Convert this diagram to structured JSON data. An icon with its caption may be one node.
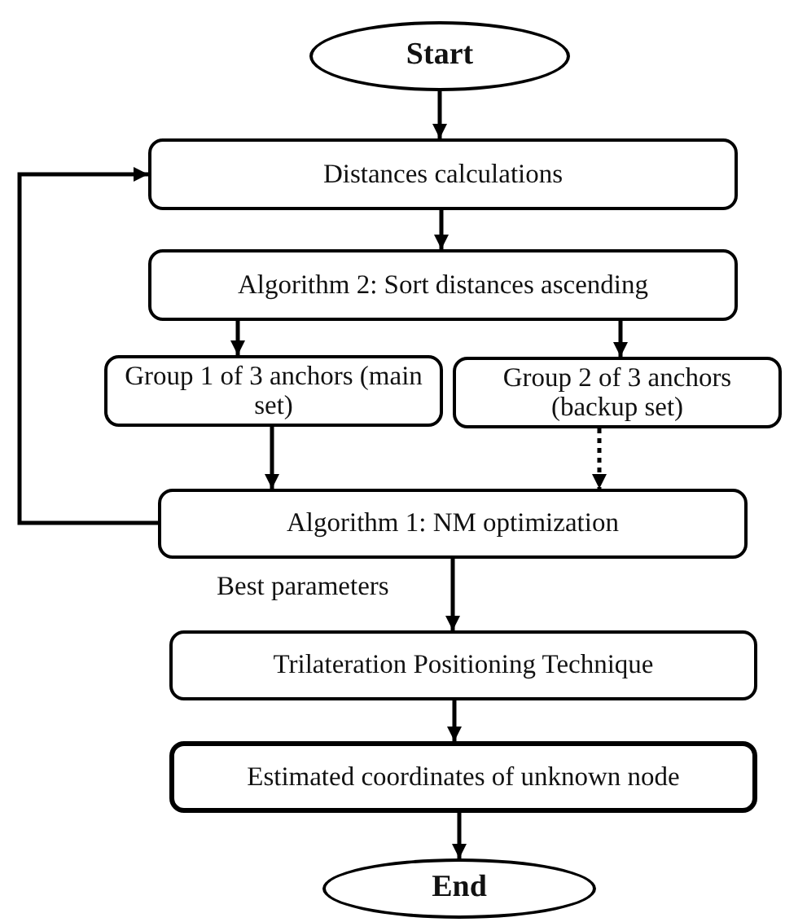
{
  "diagram": {
    "nodes": [
      {
        "text": [
          "Start"
        ]
      },
      {
        "text": [
          "Distances calculations"
        ]
      },
      {
        "text": [
          "Algorithm 2: Sort distances ascending"
        ]
      },
      {
        "text": [
          "Group 1 of 3 anchors (main set)"
        ]
      },
      {
        "text": [
          "Group 2 of 3 anchors (backup set)"
        ]
      },
      {
        "text": [
          "Algorithm 1: NM optimization"
        ]
      },
      {
        "text": [
          "Trilateration Positioning Technique"
        ]
      },
      {
        "text": [
          "Estimated coordinates of unknown node"
        ]
      },
      {
        "text": [
          "End"
        ]
      }
    ],
    "edges": [
      {
        "from": 0,
        "to": 1,
        "arrow": "to"
      },
      {
        "from": 1,
        "to": 2,
        "arrow": "to"
      },
      {
        "from": 2,
        "to": 3,
        "arrow": "to"
      },
      {
        "from": 2,
        "to": 4,
        "arrow": "to"
      },
      {
        "from": 3,
        "to": 5,
        "arrow": "to"
      },
      {
        "from": 4,
        "to": 5,
        "arrow": "to",
        "style": "dashed"
      },
      {
        "from": 5,
        "to": 6,
        "arrow": "to",
        "label": "Best parameters"
      },
      {
        "from": 6,
        "to": 7,
        "arrow": "to"
      },
      {
        "from": 7,
        "to": 8,
        "arrow": "to"
      },
      {
        "from": 5,
        "to": 1,
        "arrow": "to"
      }
    ]
  }
}
